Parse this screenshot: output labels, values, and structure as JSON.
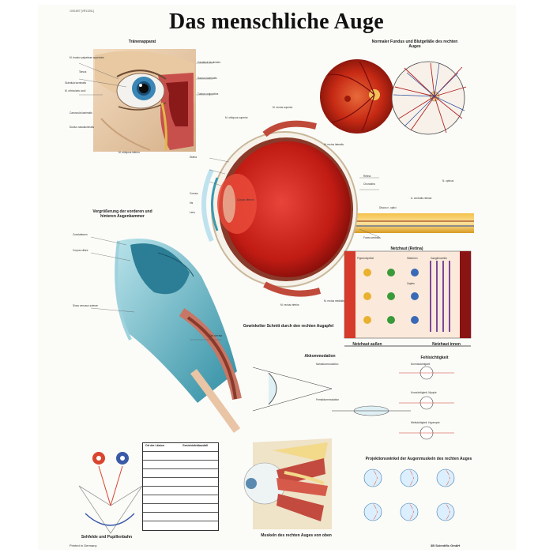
{
  "code": "1001697 [VR1320L]",
  "title": "Das menschliche Auge",
  "sections": {
    "traenenapparat": "Tränenapparat",
    "fundus": "Normaler Fundus und Blutgefäße des rechten Auges",
    "kammer": "Vergrößerung der vorderen und hinteren Augenkammer",
    "schnitt": "Gewinkelter Schnitt durch den rechten Augapfel",
    "netzhaut": "Netzhaut (Retina)",
    "akkommodation": "Akkommodation",
    "fehlsichtigkeit": "Fehlsichtigkeit",
    "sehfeld": "Sehfelde und Pupillenbahn",
    "projektion": "Projektionswinkel der Augenmuskeln des rechten Auges",
    "muskeln": "Muskeln des rechten Auges von oben",
    "netz_aussen": "Netzhaut außen",
    "netz_innen": "Netzhaut innen",
    "table_h1": "Ort der Läsion",
    "table_h2": "Gesichtsfeldausfall"
  },
  "labels": {
    "l1": "M. levator palpebrae superioris",
    "l2": "Tarsus",
    "l3": "Glandula lacrimalis",
    "l4": "M. orbicularis oculi",
    "l5": "Caruncula lacrimalis",
    "l6": "Ductus nasolacrimalis",
    "l7": "Canaliculi lacrimales",
    "l8": "Saccus lacrimalis",
    "l9": "M. obliquus inferior",
    "l10": "Tunica conjunctiva",
    "l11": "Sklera",
    "l12": "Cornea",
    "l13": "Iris",
    "l14": "Lens",
    "l15": "Corpus vitreum",
    "l16": "Retina",
    "l17": "Choroidea",
    "l18": "N. opticus",
    "l19": "Fovea centralis",
    "l20": "A. centralis retinae",
    "l21": "Discus n. optici",
    "l22": "M. rectus superior",
    "l23": "M. rectus inferior",
    "l24": "M. obliquus superior",
    "l25": "M. rectus lateralis",
    "l26": "M. rectus medialis",
    "l27": "Zonulafasern",
    "l28": "Corpus ciliare",
    "l29": "Sinus venosus sclerae",
    "l30": "Ora serrata",
    "l31": "Pigmentepithel",
    "l32": "Stäbchen",
    "l33": "Zapfen",
    "l34": "Ganglienzellen",
    "l35": "Normalsichtigkeit",
    "l36": "Kurzsichtigkeit, Myopie",
    "l37": "Weitsichtigkeit, Hyperopie",
    "l38": "Nahakkommodation",
    "l39": "Fernakkommodation"
  },
  "footer": {
    "printed": "Printed in Germany",
    "company": "3B Scientific GmbH"
  }
}
